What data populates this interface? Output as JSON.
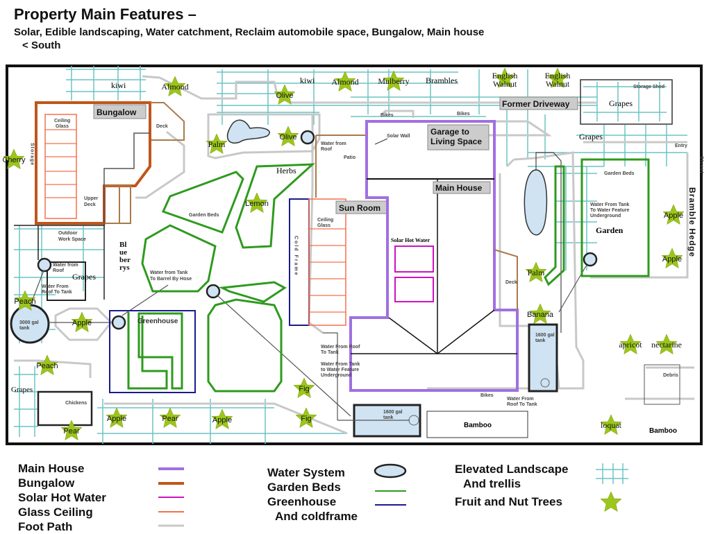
{
  "header": {
    "title": "Property Main Features –",
    "subtitle": "Solar, Edible landscaping, Water catchment, Reclaim automobile space, Bungalow, Main house",
    "direction": "South",
    "direction_icon": "chevron-left-icon"
  },
  "colors": {
    "main_house": "#a070e0",
    "bungalow": "#c0561a",
    "solar_hot_water": "#d010c0",
    "glass_ceiling": "#f4704c",
    "foot_path": "#c8c8c8",
    "water": "#cfe3f3",
    "garden_beds": "#2e9a1e",
    "greenhouse": "#1a1a8a",
    "trellis": "#6cc3c3",
    "tree_star": "#9cc61a",
    "deck": "#a87a4a"
  },
  "structures": {
    "bungalow": "Bungalow",
    "garage": [
      "Garage to",
      "Living Space"
    ],
    "main_house": "Main House",
    "sun_room": "Sun Room",
    "former_driveway": "Former Driveway",
    "greenhouse": "Greenhouse",
    "garden": "Garden",
    "bamboo_1": "Bamboo",
    "bamboo_2": "Bamboo",
    "herbs": "Herbs",
    "grapes_1": "Grapes",
    "grapes_2": "Grapes",
    "grapes_3": "Grapes",
    "grapes_4": "Grapes",
    "kiwi_1": "kiwi",
    "kiwi_2": "kiwi",
    "brambles": "Brambles",
    "blueberrys": [
      "Bl",
      "ue",
      "ber",
      "rys"
    ],
    "solar_hot_water": "Solar Hot Water",
    "storage": "Storage",
    "street": "Street",
    "bramble_hedge": "Bramble Hedge",
    "cold_frame": "Cold Frame"
  },
  "small_labels": {
    "ceiling_glass_1": [
      "Ceiling",
      "Glass"
    ],
    "ceiling_glass_2": [
      "Ceiling",
      "Glass"
    ],
    "deck_1": "Deck",
    "deck_2": "Deck",
    "upper_deck": [
      "Upper",
      "Deck"
    ],
    "outdoor_work": [
      "Outdoor",
      "Work Space"
    ],
    "water_from_roof_1": [
      "Water from",
      "Roof"
    ],
    "water_from_roof_2": [
      "Water from",
      "Roof"
    ],
    "water_roof_tank_1": [
      "Water From",
      "Roof To Tank"
    ],
    "tank_3000": [
      "3000 gal",
      "tank"
    ],
    "tank_1600_a": [
      "1600 gal",
      "tank"
    ],
    "tank_1600_b": [
      "1600 gal",
      "tank"
    ],
    "barrel_hose": [
      "Water from Tank",
      "To Barrel By Hose"
    ],
    "patio": "Patio",
    "solar_wall": "Solar Wall",
    "bikes_1": "Bikes",
    "bikes_2": "Bikes",
    "bikes_3": "Bikes",
    "storage_shed": "Storage Shed",
    "entry": "Entry",
    "garden_beds_1": "Garden Beds",
    "garden_beds_2": "Garden Beds",
    "tank_feature_1": [
      "Water From Tank",
      "To Water Feature",
      "Underground"
    ],
    "tank_feature_2": [
      "Water From Tank",
      "to Water Feature",
      "Underground"
    ],
    "roof_to_tank_2": [
      "Water From Roof",
      "To Tank"
    ],
    "roof_to_tank_3": [
      "Water From",
      "Roof To Tank"
    ],
    "chickens": "Chickens",
    "debris": "Debris"
  },
  "trees": [
    "Almond",
    "Olive",
    "Almond",
    "Mulberry",
    "English Walnut",
    "English Walnut",
    "Palm",
    "Olive",
    "Cherry",
    "Lemon",
    "Apple",
    "Apple",
    "Peach",
    "Apple",
    "Palm",
    "Banana",
    "apricot",
    "nectarine",
    "Peach",
    "Fig",
    "Apple",
    "Pear",
    "Apple",
    "Fig",
    "Pear",
    "loquat"
  ],
  "legend": {
    "main_house": "Main House",
    "bungalow": "Bungalow",
    "solar_hot_water": "Solar Hot Water",
    "glass_ceiling": "Glass Ceiling",
    "foot_path": "Foot Path",
    "water_system": "Water System",
    "garden_beds": "Garden Beds",
    "greenhouse": "Greenhouse",
    "coldframe": "And coldframe",
    "elevated": "Elevated Landscape",
    "trellis": "And trellis",
    "fruit_trees": "Fruit and Nut Trees"
  }
}
